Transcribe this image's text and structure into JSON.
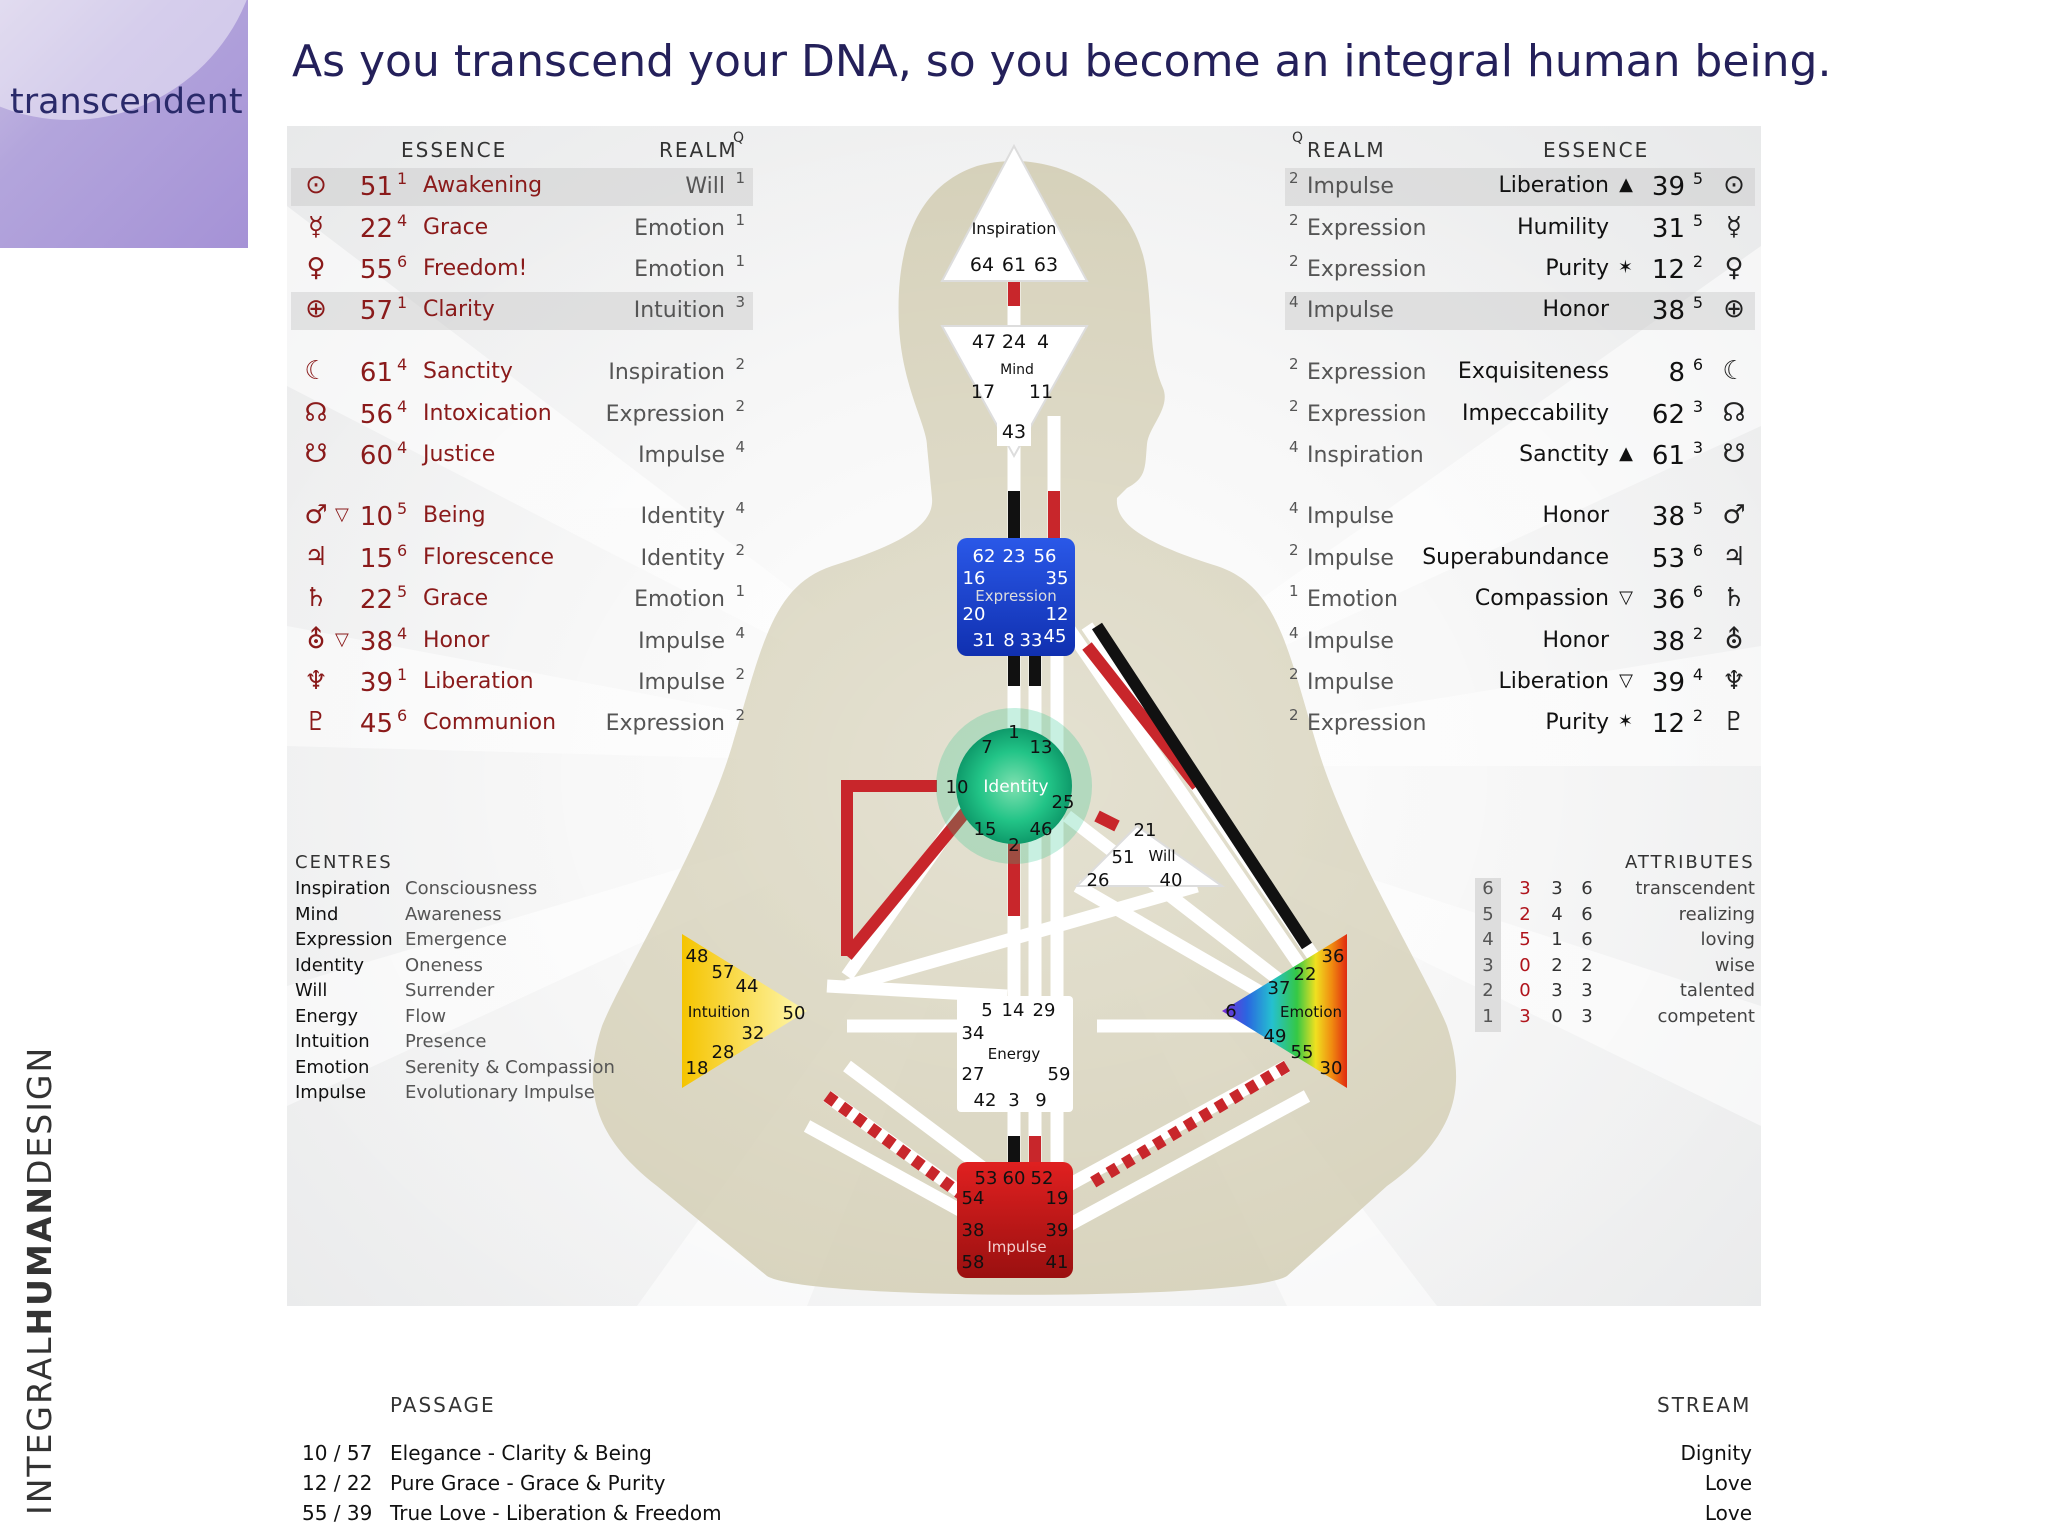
{
  "corner_label": "transcendent",
  "headline": "As you transcend your DNA, so you become an integral human being.",
  "brand": {
    "light1": "INTEGRAL",
    "bold": "HUMAN",
    "light2": "DESIGN"
  },
  "left_table": {
    "essence_header": "ESSENCE",
    "realm_header": "REALM",
    "q_mark": "Q",
    "rows": [
      {
        "symbol": "⊙",
        "tri": "",
        "gate": "51",
        "line": "1",
        "essence": "Awakening",
        "realm": "Will",
        "realm_line": "1"
      },
      {
        "symbol": "☿",
        "tri": "",
        "gate": "22",
        "line": "4",
        "essence": "Grace",
        "realm": "Emotion",
        "realm_line": "1"
      },
      {
        "symbol": "♀",
        "tri": "",
        "gate": "55",
        "line": "6",
        "essence": "Freedom!",
        "realm": "Emotion",
        "realm_line": "1"
      },
      {
        "symbol": "⊕",
        "tri": "",
        "gate": "57",
        "line": "1",
        "essence": "Clarity",
        "realm": "Intuition",
        "realm_line": "3"
      },
      {
        "symbol": "☾",
        "tri": "",
        "gate": "61",
        "line": "4",
        "essence": "Sanctity",
        "realm": "Inspiration",
        "realm_line": "2"
      },
      {
        "symbol": "☊",
        "tri": "",
        "gate": "56",
        "line": "4",
        "essence": "Intoxication",
        "realm": "Expression",
        "realm_line": "2"
      },
      {
        "symbol": "☋",
        "tri": "",
        "gate": "60",
        "line": "4",
        "essence": "Justice",
        "realm": "Impulse",
        "realm_line": "4"
      },
      {
        "symbol": "♂",
        "tri": "▽",
        "gate": "10",
        "line": "5",
        "essence": "Being",
        "realm": "Identity",
        "realm_line": "4"
      },
      {
        "symbol": "♃",
        "tri": "",
        "gate": "15",
        "line": "6",
        "essence": "Florescence",
        "realm": "Identity",
        "realm_line": "2"
      },
      {
        "symbol": "♄",
        "tri": "",
        "gate": "22",
        "line": "5",
        "essence": "Grace",
        "realm": "Emotion",
        "realm_line": "1"
      },
      {
        "symbol": "⛢",
        "tri": "▽",
        "gate": "38",
        "line": "4",
        "essence": "Honor",
        "realm": "Impulse",
        "realm_line": "4"
      },
      {
        "symbol": "♆",
        "tri": "",
        "gate": "39",
        "line": "1",
        "essence": "Liberation",
        "realm": "Impulse",
        "realm_line": "2"
      },
      {
        "symbol": "♇",
        "tri": "",
        "gate": "45",
        "line": "6",
        "essence": "Communion",
        "realm": "Expression",
        "realm_line": "2"
      }
    ]
  },
  "right_table": {
    "essence_header": "ESSENCE",
    "realm_header": "REALM",
    "q_mark": "Q",
    "rows": [
      {
        "realm_line": "2",
        "realm": "Impulse",
        "essence": "Liberation",
        "tri": "▲",
        "gate": "39",
        "line": "5",
        "symbol": "⊙"
      },
      {
        "realm_line": "2",
        "realm": "Expression",
        "essence": "Humility",
        "tri": "",
        "gate": "31",
        "line": "5",
        "symbol": "☿"
      },
      {
        "realm_line": "2",
        "realm": "Expression",
        "essence": "Purity",
        "tri": "✶",
        "gate": "12",
        "line": "2",
        "symbol": "♀"
      },
      {
        "realm_line": "4",
        "realm": "Impulse",
        "essence": "Honor",
        "tri": "",
        "gate": "38",
        "line": "5",
        "symbol": "⊕"
      },
      {
        "realm_line": "2",
        "realm": "Expression",
        "essence": "Exquisiteness",
        "tri": "",
        "gate": "8",
        "line": "6",
        "symbol": "☾"
      },
      {
        "realm_line": "2",
        "realm": "Expression",
        "essence": "Impeccability",
        "tri": "",
        "gate": "62",
        "line": "3",
        "symbol": "☊"
      },
      {
        "realm_line": "4",
        "realm": "Inspiration",
        "essence": "Sanctity",
        "tri": "▲",
        "gate": "61",
        "line": "3",
        "symbol": "☋"
      },
      {
        "realm_line": "4",
        "realm": "Impulse",
        "essence": "Honor",
        "tri": "",
        "gate": "38",
        "line": "5",
        "symbol": "♂"
      },
      {
        "realm_line": "2",
        "realm": "Impulse",
        "essence": "Superabundance",
        "tri": "",
        "gate": "53",
        "line": "6",
        "symbol": "♃"
      },
      {
        "realm_line": "1",
        "realm": "Emotion",
        "essence": "Compassion",
        "tri": "▽",
        "gate": "36",
        "line": "6",
        "symbol": "♄"
      },
      {
        "realm_line": "4",
        "realm": "Impulse",
        "essence": "Honor",
        "tri": "",
        "gate": "38",
        "line": "2",
        "symbol": "⛢"
      },
      {
        "realm_line": "2",
        "realm": "Impulse",
        "essence": "Liberation",
        "tri": "▽",
        "gate": "39",
        "line": "4",
        "symbol": "♆"
      },
      {
        "realm_line": "2",
        "realm": "Expression",
        "essence": "Purity",
        "tri": "✶",
        "gate": "12",
        "line": "2",
        "symbol": "♇"
      }
    ]
  },
  "centres": {
    "header": "CENTRES",
    "rows": [
      {
        "name": "Inspiration",
        "value": "Consciousness"
      },
      {
        "name": "Mind",
        "value": "Awareness"
      },
      {
        "name": "Expression",
        "value": "Emergence"
      },
      {
        "name": "Identity",
        "value": "Oneness"
      },
      {
        "name": "Will",
        "value": "Surrender"
      },
      {
        "name": "Energy",
        "value": "Flow"
      },
      {
        "name": "Intuition",
        "value": "Presence"
      },
      {
        "name": "Emotion",
        "value": "Serenity & Compassion"
      },
      {
        "name": "Impulse",
        "value": "Evolutionary Impulse"
      }
    ]
  },
  "attributes": {
    "header": "ATTRIBUTES",
    "rows": [
      {
        "a": "6",
        "b": "3",
        "c": "3",
        "d": "6",
        "word": "transcendent"
      },
      {
        "a": "5",
        "b": "2",
        "c": "4",
        "d": "6",
        "word": "realizing"
      },
      {
        "a": "4",
        "b": "5",
        "c": "1",
        "d": "6",
        "word": "loving"
      },
      {
        "a": "3",
        "b": "0",
        "c": "2",
        "d": "2",
        "word": "wise"
      },
      {
        "a": "2",
        "b": "0",
        "c": "3",
        "d": "3",
        "word": "talented"
      },
      {
        "a": "1",
        "b": "3",
        "c": "0",
        "d": "3",
        "word": "competent"
      }
    ]
  },
  "bodygraph": {
    "inspiration": {
      "label": "Inspiration",
      "gates": [
        "64",
        "61",
        "63"
      ]
    },
    "mind": {
      "label": "Mind",
      "gates": [
        "47",
        "24",
        "4",
        "17",
        "11",
        "43"
      ]
    },
    "expression": {
      "label": "Expression",
      "gates": [
        "62",
        "23",
        "56",
        "16",
        "35",
        "20",
        "12",
        "31",
        "8",
        "33",
        "45"
      ]
    },
    "identity": {
      "label": "Identity",
      "gates": [
        "1",
        "7",
        "13",
        "10",
        "25",
        "15",
        "46",
        "2"
      ]
    },
    "will": {
      "label": "Will",
      "gates": [
        "21",
        "51",
        "26",
        "40"
      ]
    },
    "energy": {
      "label": "Energy",
      "gates": [
        "5",
        "14",
        "29",
        "34",
        "27",
        "59",
        "42",
        "3",
        "9"
      ]
    },
    "intuition": {
      "label": "Intuition",
      "gates": [
        "48",
        "57",
        "44",
        "50",
        "32",
        "28",
        "18"
      ]
    },
    "emotion": {
      "label": "Emotion",
      "gates": [
        "36",
        "37",
        "22",
        "6",
        "49",
        "55",
        "30"
      ]
    },
    "impulse": {
      "label": "Impulse",
      "gates": [
        "53",
        "60",
        "52",
        "54",
        "19",
        "38",
        "39",
        "58",
        "41"
      ]
    },
    "colors": {
      "red": "#c8262b",
      "black": "#111111",
      "channel": "#ffffff",
      "body": "#cfc9ad"
    }
  },
  "passage": {
    "header": "PASSAGE",
    "rows": [
      {
        "gates": "10 / 57",
        "text": "Elegance - Clarity & Being"
      },
      {
        "gates": "12 / 22",
        "text": "Pure Grace - Grace & Purity"
      },
      {
        "gates": "55 / 39",
        "text": "True Love - Liberation & Freedom"
      }
    ]
  },
  "stream": {
    "header": "STREAM",
    "rows": [
      "Dignity",
      "Love",
      "Love"
    ]
  }
}
